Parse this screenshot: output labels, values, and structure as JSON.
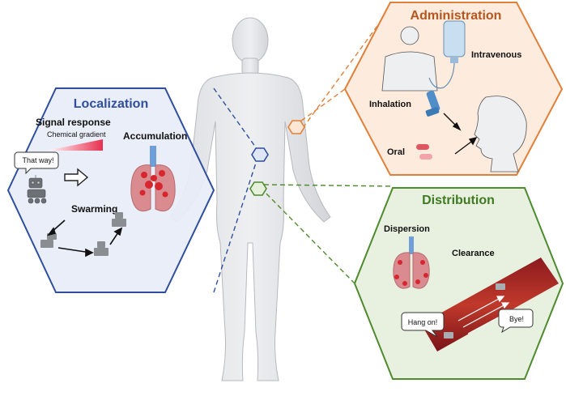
{
  "panels": {
    "localization": {
      "title": "Localization",
      "signal_response": "Signal response",
      "chemical_gradient": "Chemical gradient",
      "speech": "That way!",
      "accumulation": "Accumulation",
      "swarming": "Swarming",
      "color": "#2f4f9e"
    },
    "administration": {
      "title": "Administration",
      "intravenous": "Intravenous",
      "inhalation": "Inhalation",
      "oral": "Oral",
      "color": "#e0803a"
    },
    "distribution": {
      "title": "Distribution",
      "dispersion": "Dispersion",
      "clearance": "Clearance",
      "speech_left": "Hang on!",
      "speech_right": "Bye!",
      "color": "#4e8a2e"
    }
  },
  "icons": [
    "human-body-figure",
    "lungs-icon",
    "robot-icon",
    "microrobot-swarm-icon",
    "iv-bag-icon",
    "inhaler-icon",
    "pill-icon",
    "head-profile-icon",
    "blood-vessel-icon",
    "arrow-icon"
  ]
}
